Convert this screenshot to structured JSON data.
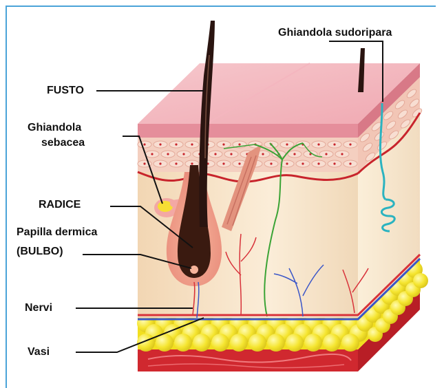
{
  "labels": {
    "fusto": "FUSTO",
    "ghiandola_sebacea_line1": "Ghiandola",
    "ghiandola_sebacea_line2": "sebacea",
    "radice": "RADICE",
    "papilla_line1": "Papilla dermica",
    "papilla_line2": "(BULBO)",
    "nervi": "Nervi",
    "vasi": "Vasi",
    "ghiandola_sudoripara": "Ghiandola sudoripara"
  },
  "colors": {
    "frame": "#4aa3d8",
    "epidermis_top": "#f3b8c0",
    "dermis": "#f6e2c3",
    "fat": "#f4e42c",
    "muscle": "#c8242c",
    "hair": "#2a1410",
    "nerve": "#3aa335",
    "sweat_gland": "#2bb3c0",
    "artery": "#d8323a",
    "vein": "#3a56c8"
  }
}
